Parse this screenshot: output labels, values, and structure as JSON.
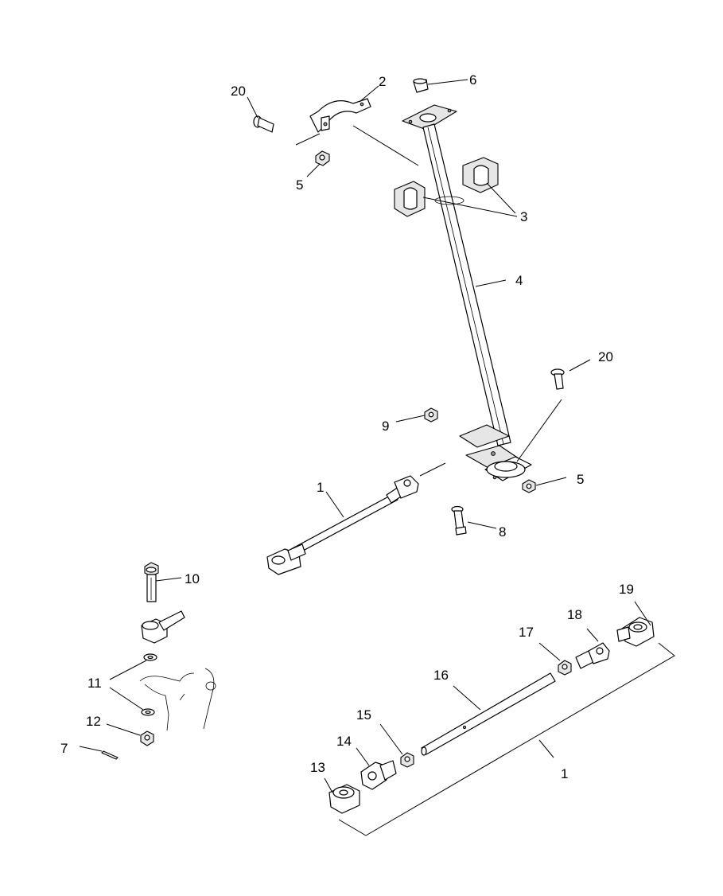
{
  "diagram": {
    "callouts": [
      {
        "id": "c20a",
        "text": "20"
      },
      {
        "id": "c2",
        "text": "2"
      },
      {
        "id": "c6",
        "text": "6"
      },
      {
        "id": "c5a",
        "text": "5"
      },
      {
        "id": "c3",
        "text": "3"
      },
      {
        "id": "c4",
        "text": "4"
      },
      {
        "id": "c20b",
        "text": "20"
      },
      {
        "id": "c9",
        "text": "9"
      },
      {
        "id": "c5b",
        "text": "5"
      },
      {
        "id": "c1a",
        "text": "1"
      },
      {
        "id": "c8",
        "text": "8"
      },
      {
        "id": "c10",
        "text": "10"
      },
      {
        "id": "c19",
        "text": "19"
      },
      {
        "id": "c18",
        "text": "18"
      },
      {
        "id": "c17",
        "text": "17"
      },
      {
        "id": "c16",
        "text": "16"
      },
      {
        "id": "c11",
        "text": "11"
      },
      {
        "id": "c15",
        "text": "15"
      },
      {
        "id": "c12",
        "text": "12"
      },
      {
        "id": "c14",
        "text": "14"
      },
      {
        "id": "c7",
        "text": "7"
      },
      {
        "id": "c1b",
        "text": "1"
      },
      {
        "id": "c13",
        "text": "13"
      }
    ]
  }
}
